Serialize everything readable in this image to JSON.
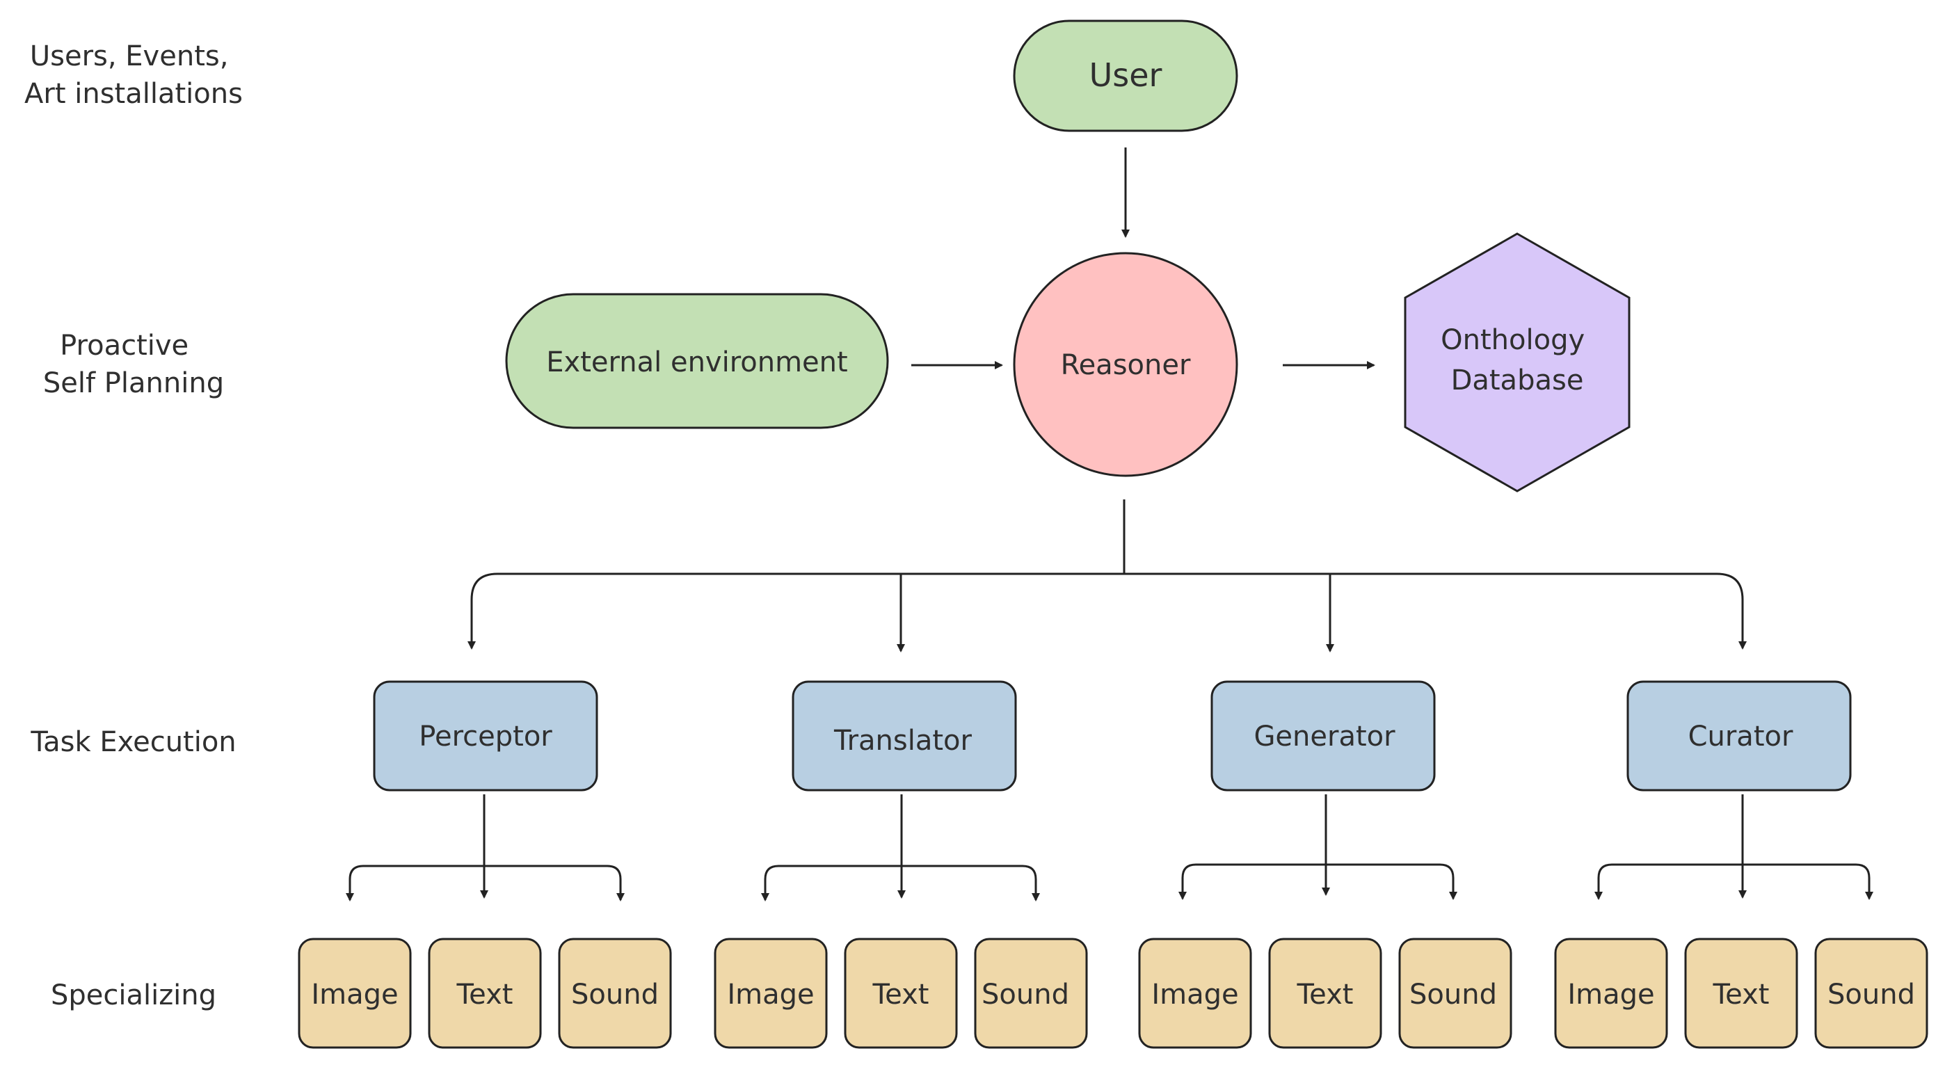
{
  "row_labels": {
    "users": [
      "Users, Events,",
      "Art installations"
    ],
    "planning": [
      "Proactive",
      "Self Planning"
    ],
    "execution": [
      "Task Execution"
    ],
    "specializing": [
      "Specializing"
    ]
  },
  "nodes": {
    "user": "User",
    "environment": "External environment",
    "reasoner": "Reasoner",
    "database": [
      "Onthology",
      "Database"
    ]
  },
  "agents": [
    {
      "label": "Perceptor",
      "specializations": [
        "Image",
        "Text",
        "Sound"
      ]
    },
    {
      "label": "Translator",
      "specializations": [
        "Image",
        "Text",
        "Sound"
      ]
    },
    {
      "label": "Generator",
      "specializations": [
        "Image",
        "Text",
        "Sound"
      ]
    },
    {
      "label": "Curator",
      "specializations": [
        "Image",
        "Text",
        "Sound"
      ]
    }
  ],
  "colors": {
    "green": "#c3e0b4",
    "red": "#ffc1c1",
    "purple": "#d8c7f9",
    "blue": "#b8cfe2",
    "tan": "#efd8a9",
    "stroke": "#222222"
  }
}
